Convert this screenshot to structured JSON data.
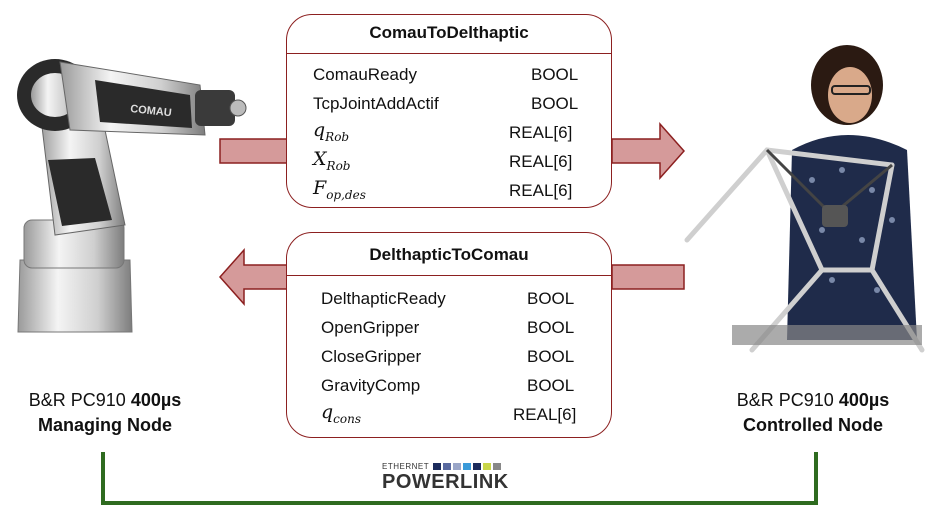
{
  "top_box": {
    "title": "ComauToDelthaptic",
    "rows": [
      {
        "name": "ComauReady",
        "type": "BOOL"
      },
      {
        "name": "TcpJointAddActif",
        "type": "BOOL"
      },
      {
        "sym": "q",
        "sub": "Rob",
        "type": "REAL[6]"
      },
      {
        "sym": "X",
        "sub": "Rob",
        "type": "REAL[6]"
      },
      {
        "sym": "F",
        "sub": "op,des",
        "type": "REAL[6]"
      }
    ]
  },
  "bottom_box": {
    "title": "DelthapticToComau",
    "rows": [
      {
        "name": "DelthapticReady",
        "type": "BOOL"
      },
      {
        "name": "OpenGripper",
        "type": "BOOL"
      },
      {
        "name": "CloseGripper",
        "type": "BOOL"
      },
      {
        "name": "GravityComp",
        "type": "BOOL"
      },
      {
        "sym": "q",
        "sub": "cons",
        "type": "REAL[6]"
      }
    ]
  },
  "left_node": {
    "device": "B&R PC910",
    "cycle": "400µs",
    "role": "Managing Node"
  },
  "right_node": {
    "device": "B&R PC910",
    "cycle": "400µs",
    "role": "Controlled Node"
  },
  "network": {
    "line1": "ETHERNET",
    "line2": "POWERLINK"
  },
  "robot_brand": "COMAU",
  "colors": {
    "arrow_fill": "#d59a9a",
    "arrow_stroke": "#8c2020",
    "link_line": "#2e6b1f"
  }
}
